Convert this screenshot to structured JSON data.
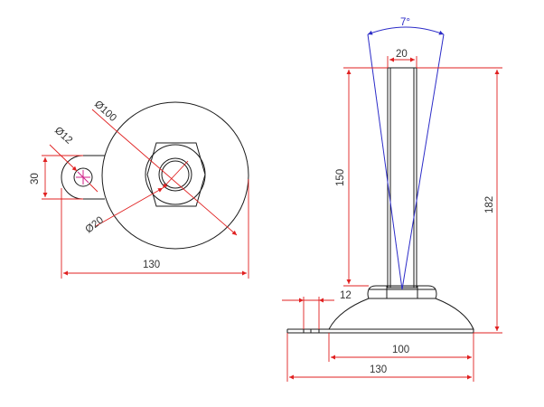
{
  "drawing": {
    "colors": {
      "object_line": "#1a1a1a",
      "dimension": "#e02020",
      "angle_dimension": "#2c2cc8",
      "hole_center": "#d0208a",
      "text": "#333333",
      "background": "#ffffff"
    },
    "top_view": {
      "dim_diameter_100": "Ø100",
      "dim_diameter_12": "Ø12",
      "dim_diameter_20": "Ø20",
      "dim_30": "30",
      "dim_130": "130"
    },
    "side_view": {
      "dim_angle": "7°",
      "dim_20": "20",
      "dim_150": "150",
      "dim_182": "182",
      "dim_12": "12",
      "dim_100": "100",
      "dim_130": "130"
    }
  }
}
